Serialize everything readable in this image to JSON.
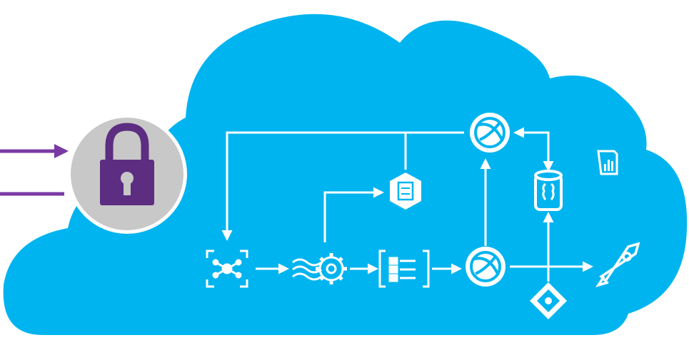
{
  "diagram": {
    "nodes": [
      {
        "id": "lock",
        "icon": "padlock-icon"
      },
      {
        "id": "ingest",
        "icon": "iot-hub-icon"
      },
      {
        "id": "stream",
        "icon": "stream-analytics-icon"
      },
      {
        "id": "events",
        "icon": "event-hub-icon"
      },
      {
        "id": "storage",
        "icon": "storage-hexagon-icon"
      },
      {
        "id": "web-top",
        "icon": "web-app-globe-icon"
      },
      {
        "id": "web-bottom",
        "icon": "web-app-globe-icon"
      },
      {
        "id": "database",
        "icon": "database-cylinder-icon"
      },
      {
        "id": "dashboard",
        "icon": "power-bi-icon"
      },
      {
        "id": "deploy",
        "icon": "rocket-icon"
      },
      {
        "id": "identity",
        "icon": "active-directory-icon"
      }
    ],
    "flows": [
      {
        "from": "external",
        "to": "lock",
        "direction": "inbound"
      },
      {
        "from": "lock",
        "to": "external",
        "direction": "outbound"
      },
      {
        "from": "ingest",
        "to": "stream"
      },
      {
        "from": "stream",
        "to": "events"
      },
      {
        "from": "stream",
        "to": "storage"
      },
      {
        "from": "events",
        "to": "web-bottom"
      },
      {
        "from": "web-bottom",
        "to": "web-top"
      },
      {
        "from": "web-bottom",
        "to": "database"
      },
      {
        "from": "database",
        "to": "web-top"
      },
      {
        "from": "web-top",
        "to": "database"
      },
      {
        "from": "web-bottom",
        "to": "deploy"
      },
      {
        "from": "web-top",
        "to": "ingest"
      }
    ]
  },
  "colors": {
    "cloud": "#00b4ef",
    "lock_circle": "#c8c8c8",
    "lock": "#5c2d81",
    "external_arrows": "#7a3aa4",
    "flow_lines": "#ffffff"
  }
}
